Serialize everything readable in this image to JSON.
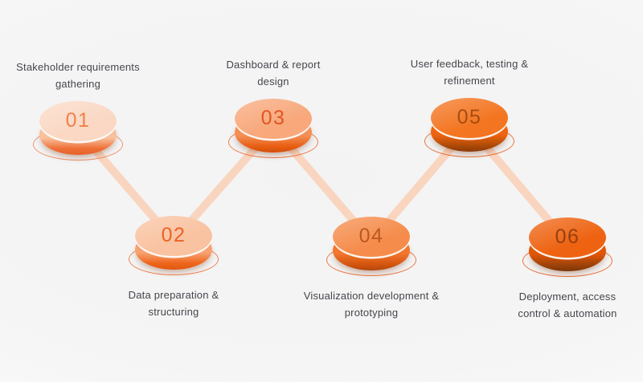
{
  "diagram": {
    "connector_color": "#F9D2B9",
    "label_color": "#45454C",
    "background_center": "#F3F3F4",
    "background_edge": "#FDFDFD"
  },
  "steps": [
    {
      "number": "01",
      "label": "Stakeholder requirements\ngathering",
      "row": "top",
      "colors": {
        "face": "#FAD8C4",
        "side1": "#F8C09C",
        "side2": "#EF7038",
        "side3": "#E4622A",
        "num": "#F0804C",
        "ring": "#F08050"
      }
    },
    {
      "number": "02",
      "label": "Data preparation &\nstructuring",
      "row": "bottom",
      "colors": {
        "face": "#F9C2A0",
        "side1": "#F7A271",
        "side2": "#EE661C",
        "side3": "#E15710",
        "num": "#EC6326",
        "ring": "#EE6C30"
      }
    },
    {
      "number": "03",
      "label": "Dashboard & report\ndesign",
      "row": "top",
      "colors": {
        "face": "#F8A87B",
        "side1": "#F48F56",
        "side2": "#E95F14",
        "side3": "#D24F0C",
        "num": "#E05620",
        "ring": "#EC6526"
      }
    },
    {
      "number": "04",
      "label": "Visualization development &\nprototyping",
      "row": "bottom",
      "colors": {
        "face": "#F58C4B",
        "side1": "#F2762E",
        "side2": "#D5560E",
        "side3": "#B4480C",
        "num": "#BC581E",
        "ring": "#EA5E1E"
      }
    },
    {
      "number": "05",
      "label": "User feedback, testing &\nrefinement",
      "row": "top",
      "colors": {
        "face": "#F37521",
        "side1": "#EE6410",
        "side2": "#AF4B08",
        "side3": "#8C3B08",
        "num": "#A84D10",
        "ring": "#E85A18"
      }
    },
    {
      "number": "06",
      "label": "Deployment, access\ncontrol & automation",
      "row": "bottom",
      "colors": {
        "face": "#EE6311",
        "side1": "#E05607",
        "side2": "#9E430A",
        "side3": "#7E3608",
        "num": "#963F10",
        "ring": "#E65812"
      }
    }
  ]
}
